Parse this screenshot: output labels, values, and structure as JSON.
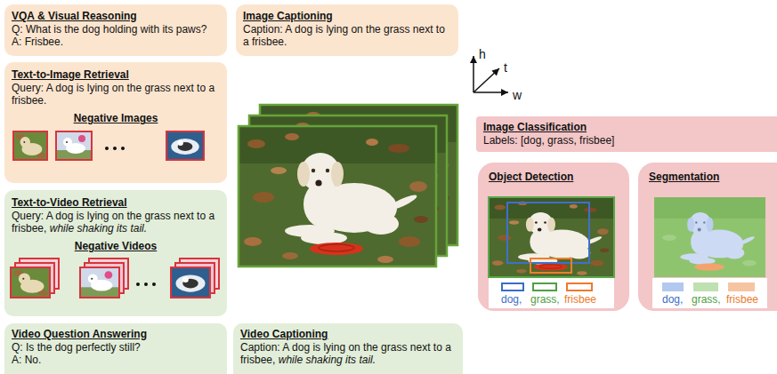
{
  "diagram": {
    "nodes": [
      {
        "text": [
          "VQA & Visual Reasoning",
          "Q: What is the dog holding with its paws?",
          "A: Frisbee."
        ]
      },
      {
        "text": [
          "Image Captioning",
          "Caption: A dog is lying on the grass next to a frisbee."
        ]
      },
      {
        "text": [
          "Text-to-Image Retrieval",
          "Query: A dog is lying on the grass next to a frisbee.",
          "Negative Images"
        ]
      },
      {
        "text": [
          "Image Classification",
          "Labels: [dog, grass, frisbee]"
        ]
      },
      {
        "text": [
          "Object Detection"
        ]
      },
      {
        "text": [
          "Segmentation"
        ]
      },
      {
        "text": [
          "Text-to-Video Retrieval",
          "Query: A dog is lying on the grass next to a frisbee,",
          "while shaking its tail.",
          "Negative Videos"
        ]
      },
      {
        "text": [
          "Video Question Answering",
          "Q: Is the dog perfectly still?",
          "A: No."
        ]
      },
      {
        "text": [
          "Video Captioning",
          "Caption: A dog is lying on the grass next to a frisbee,",
          "while shaking its tail."
        ]
      }
    ],
    "labels": [
      "h",
      "t",
      "w"
    ],
    "legend": [
      {
        "text": "dog,"
      },
      {
        "text": "grass,"
      },
      {
        "text": "frisbee"
      },
      {
        "text": "dog,",
        "color": "#b3c8ee"
      },
      {
        "text": "grass,",
        "color": "#bfe0b0"
      },
      {
        "text": "frisbee",
        "color": "#f7c4a2"
      }
    ]
  }
}
